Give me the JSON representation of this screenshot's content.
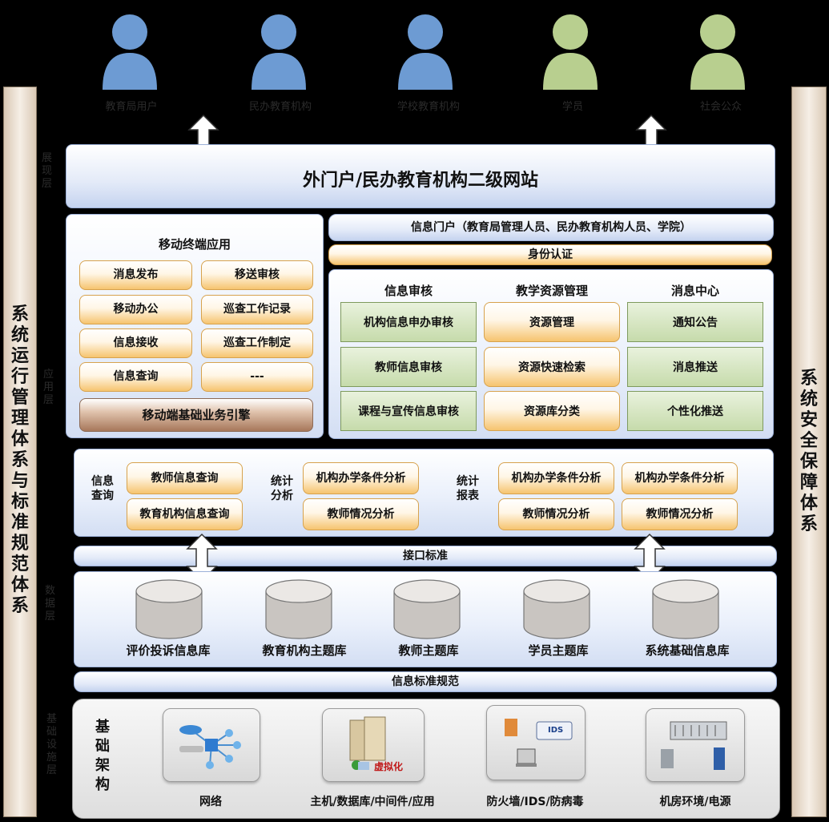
{
  "users": [
    {
      "label": "教育局用户",
      "color": "blue"
    },
    {
      "label": "民办教育机构",
      "color": "blue"
    },
    {
      "label": "学校教育机构",
      "color": "blue"
    },
    {
      "label": "学员",
      "color": "green"
    },
    {
      "label": "社会公众",
      "color": "green"
    }
  ],
  "left_system": "系统运行管理体系与标准规范体系",
  "right_system": "系统安全保障体系",
  "layer_labels": [
    "展现层",
    "应用层",
    "数据层",
    "基础设施层"
  ],
  "portal": {
    "title": "外门户/民办教育机构二级网站"
  },
  "mobile": {
    "title": "移动终端应用",
    "items": [
      "消息发布",
      "移送审核",
      "移动办公",
      "巡查工作记录",
      "信息接收",
      "巡查工作制定",
      "信息查询",
      "---"
    ],
    "engine": "移动端基础业务引擎"
  },
  "info_portal": "信息门户（教育局管理人员、民办教育机构人员、学院）",
  "identity": "身份认证",
  "audit": {
    "title": "信息审核",
    "items": [
      "机构信息申办审核",
      "教师信息审核",
      "课程与宣传信息审核"
    ]
  },
  "resource": {
    "title": "教学资源管理",
    "items": [
      "资源管理",
      "资源快速检索",
      "资源库分类"
    ]
  },
  "message": {
    "title": "消息中心",
    "items": [
      "通知公告",
      "消息推送",
      "个性化推送"
    ]
  },
  "query": {
    "label": "信息\n查询",
    "items": [
      "教师信息查询",
      "教育机构信息查询"
    ]
  },
  "stat_analysis": {
    "label": "统计\n分析",
    "items": [
      "机构办学条件分析",
      "教师情况分析"
    ]
  },
  "stat_report": {
    "label": "统计\n报表",
    "items": [
      "机构办学条件分析",
      "机构办学条件分析",
      "教师情况分析",
      "教师情况分析"
    ]
  },
  "interface_std": "接口标准",
  "databases": [
    "评价投诉信息库",
    "教育机构主题库",
    "教师主题库",
    "学员主题库",
    "系统基础信息库"
  ],
  "info_std": "信息标准规范",
  "infra": {
    "label": "基\n础\n架\n构",
    "items": [
      {
        "label": "网络",
        "icon": "network-icon"
      },
      {
        "label": "主机/数据库/中间件/应用",
        "icon": "server-icon",
        "badge": "虚拟化"
      },
      {
        "label": "防火墙/IDS/防病毒",
        "icon": "firewall-icon",
        "badge": "IDS"
      },
      {
        "label": "机房环境/电源",
        "icon": "datacenter-icon"
      }
    ]
  }
}
